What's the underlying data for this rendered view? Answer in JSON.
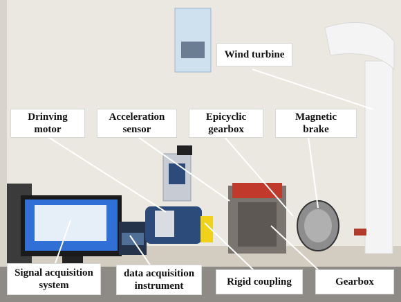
{
  "labels": {
    "wind_turbine": "Wind turbine",
    "driving_motor": "Drinving\nmotor",
    "acceleration_sensor": "Acceleration\nsensor",
    "epicyclic_gearbox": "Epicyclic\ngearbox",
    "magnetic_brake": "Magnetic\nbrake",
    "signal_acquisition_system": "Signal acquisition\nsystem",
    "data_acquisition_instrument": "data acquisition\ninstrument",
    "rigid_coupling": "Rigid coupling",
    "gearbox": "Gearbox"
  },
  "colors": {
    "wall": "#e9e6df",
    "table_surface": "#d6d0c4",
    "leader_line": "#ffffff",
    "label_bg": "#ffffff",
    "monitor_screen": "#2f6fd6",
    "gearbox_red": "#c0392b",
    "coupling_yellow": "#f1d21a",
    "motor_blue": "#2c4a7a"
  }
}
